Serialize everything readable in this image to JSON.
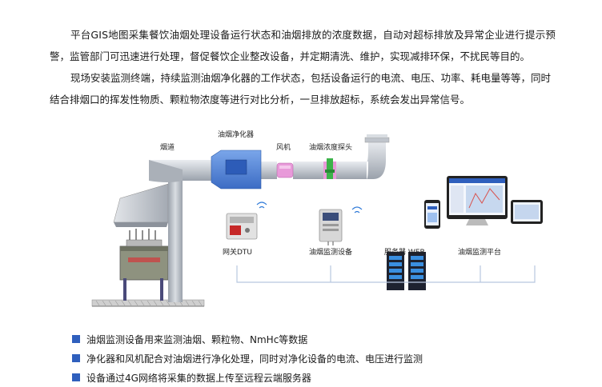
{
  "intro": {
    "p1_line1": "平台GIS地图采集餐饮油烟处理设备运行状态和油烟排放的浓度数据，自动对超标排放及异常企业进行提示预",
    "p1_line2": "警，监管部门可迅速进行处理，督促餐饮企业整改设备，并定期清洗、维护，实现减排环保，不扰民等目的。",
    "p2_line1": "现场安装监测终端，持续监测油烟净化器的工作状态，包括设备运行的电流、电压、功率、耗电量等等，同时",
    "p2_line2": "结合排烟口的挥发性物质、颗粒物浓度等进行对比分析，一旦排放超标，系统会发出异常信号。"
  },
  "diagram": {
    "label_flue": "烟道",
    "label_purifier": "油烟净化器",
    "label_fan": "风机",
    "label_probe": "油烟浓度探头",
    "label_dtu": "网关DTU",
    "label_monitor": "油烟监测设备",
    "label_server": "服务器 WEB",
    "label_platform": "油烟监测平台"
  },
  "bullets": [
    "油烟监测设备用来监测油烟、颗粒物、NmHc等数据",
    "净化器和风机配合对油烟进行净化处理，同时对净化设备的电流、电压进行监测",
    "设备通过4G网络将采集的数据上传至远程云端服务器"
  ],
  "colors": {
    "accent": "#2f5fbd",
    "duct": "#c9ced6",
    "purifier": "#4a7fd4",
    "fan": "#e89ad9",
    "probe": "#3cb34a"
  }
}
